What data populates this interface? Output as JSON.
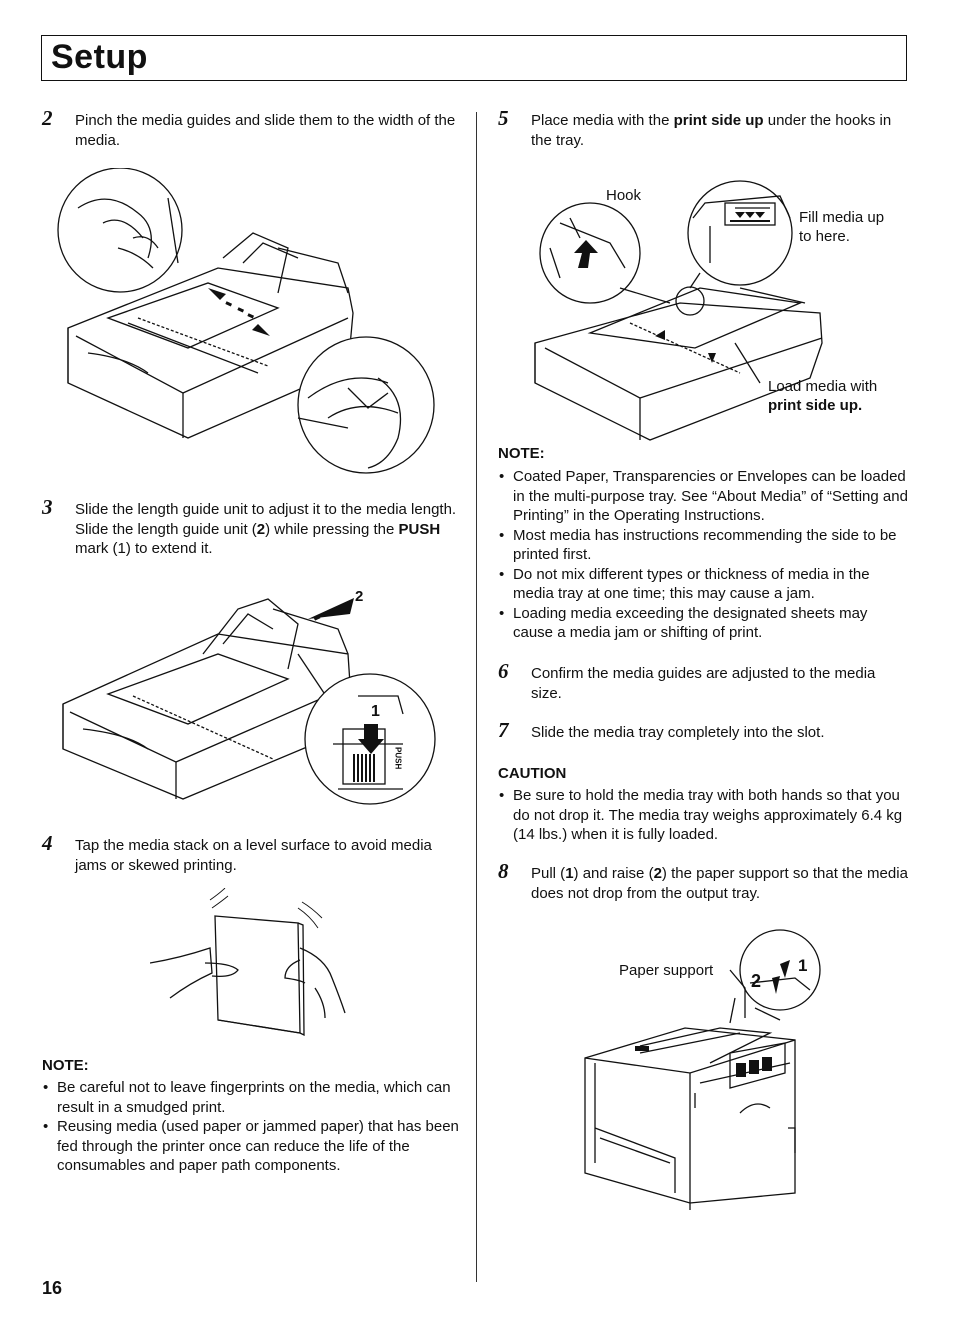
{
  "page": {
    "title": "Setup",
    "page_number": "16"
  },
  "left_column": {
    "step2": {
      "number": "2",
      "text": "Pinch the media guides and slide them to the width of the media."
    },
    "step3": {
      "number": "3",
      "text_a": "Slide the length guide unit to adjust it to the media length. Slide the length guide unit (",
      "text_b": "2",
      "text_c": ") while pressing the ",
      "text_d": "PUSH",
      "text_e": " mark (1) to extend it.",
      "fig_label_1": "1",
      "fig_label_2": "2",
      "fig_push": "PUSH"
    },
    "step4": {
      "number": "4",
      "text": "Tap the media stack on a level surface to avoid media jams or skewed printing."
    },
    "note": {
      "heading": "NOTE:",
      "items": [
        "Be careful not to leave fingerprints on the media, which can result in a smudged print.",
        "Reusing media (used paper or jammed paper) that has been fed through the printer once can reduce the life of the consumables and paper path components."
      ]
    }
  },
  "right_column": {
    "step5": {
      "number": "5",
      "text_a": "Place media with the ",
      "text_b": "print side up",
      "text_c": " under the hooks in the tray.",
      "fig_hook": "Hook",
      "fig_fill_1": "Fill media up",
      "fig_fill_2": "to here.",
      "fig_load_1": "Load media with",
      "fig_load_2": "print side up."
    },
    "note": {
      "heading": "NOTE:",
      "items": [
        "Coated Paper, Transparencies or Envelopes can be loaded in the multi-purpose tray. See “About Media” of “Setting and Printing” in the Operating Instructions.",
        "Most media has instructions recommending the side to be printed first.",
        "Do not mix different types or thickness of media in the media tray at one time; this may cause a jam.",
        "Loading media exceeding the designated sheets may cause a media jam or shifting of print."
      ]
    },
    "step6": {
      "number": "6",
      "text": "Confirm the media guides are adjusted to the media size."
    },
    "step7": {
      "number": "7",
      "text": "Slide the media tray completely into the slot."
    },
    "caution": {
      "heading": "CAUTION",
      "items": [
        "Be sure to hold the media tray with both hands so that you do not drop it. The media tray weighs approximately 6.4 kg (14 lbs.) when it is fully loaded."
      ]
    },
    "step8": {
      "number": "8",
      "text_a": "Pull (",
      "text_b": "1",
      "text_c": ") and raise (",
      "text_d": "2",
      "text_e": ") the paper support so that the media does not drop from the output tray.",
      "fig_paper_support": "Paper support",
      "fig_label_1": "1",
      "fig_label_2": "2"
    }
  }
}
